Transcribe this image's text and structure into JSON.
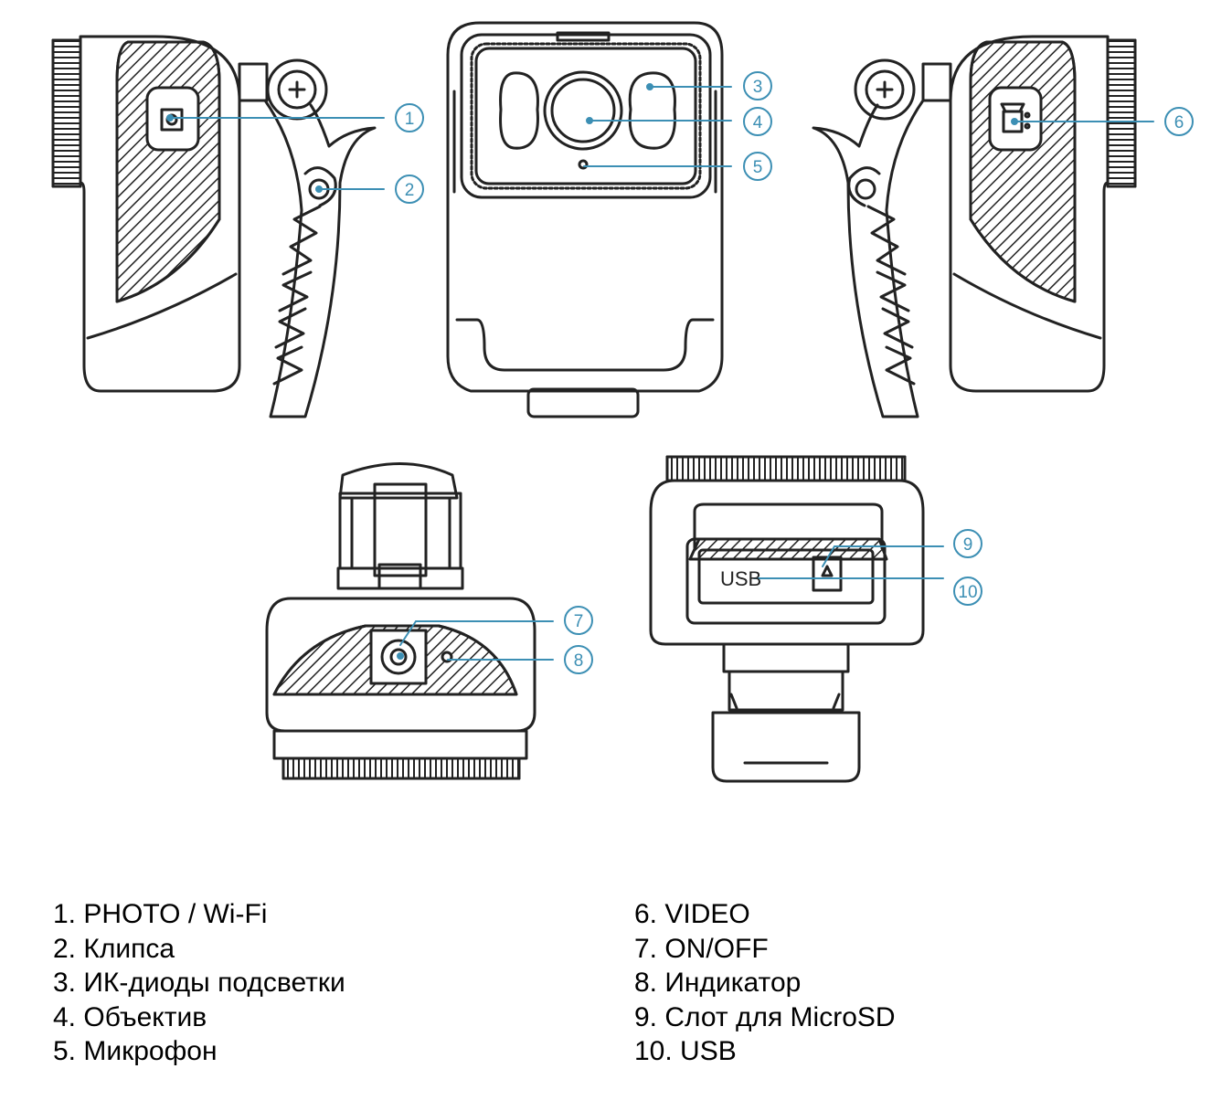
{
  "callouts": [
    "1",
    "2",
    "3",
    "4",
    "5",
    "6",
    "7",
    "8",
    "9",
    "10"
  ],
  "usb_port_label": "USB",
  "legend": {
    "left": [
      "1. PHOTO / Wi-Fi",
      "2. Клипса",
      "3. ИК-диоды подсветки",
      "4. Объектив",
      "5. Микрофон"
    ],
    "right": [
      "6. VIDEO",
      "7. ON/OFF",
      "8. Индикатор",
      "9. Слот для MicroSD",
      "10. USB"
    ]
  },
  "colors": {
    "callout": "#3c8fb4",
    "line_art": "#222222"
  }
}
